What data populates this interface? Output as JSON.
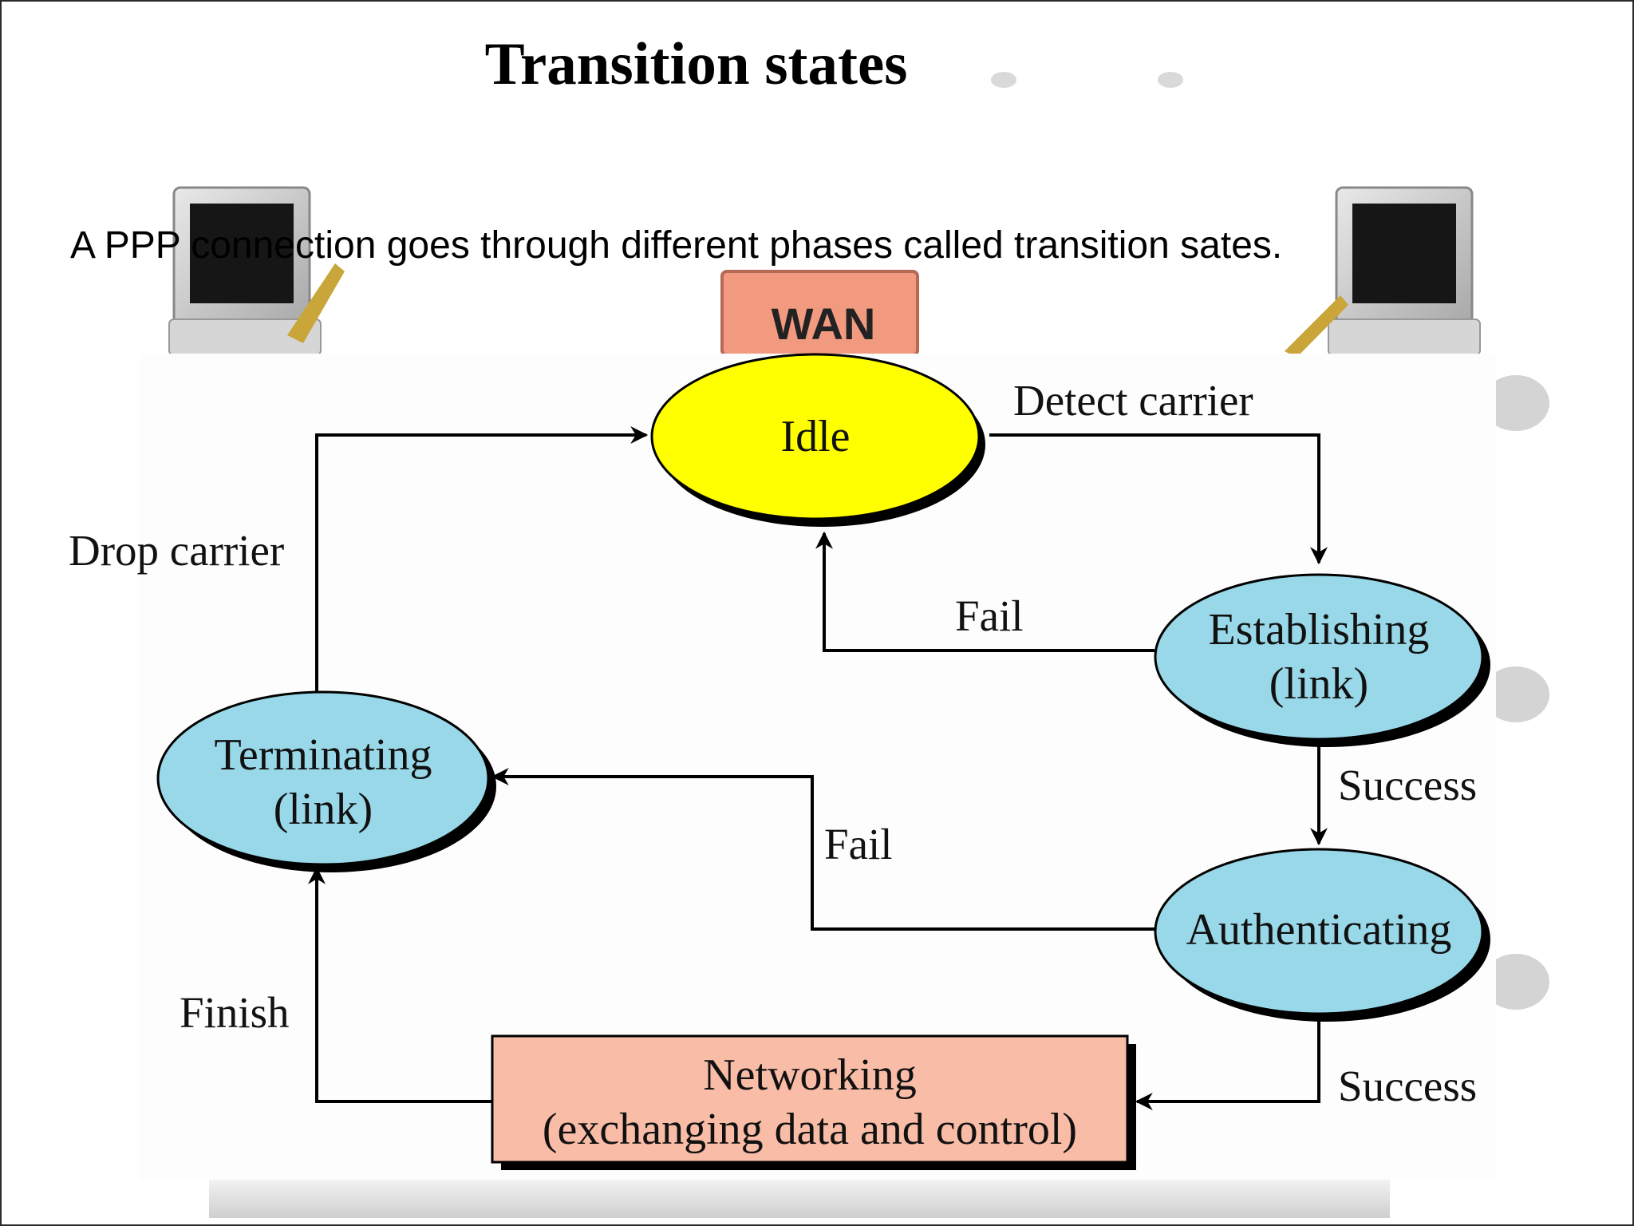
{
  "title": "Transition states",
  "subtitle": "A PPP connection goes through  different phases called transition sates.",
  "background": {
    "wan_label": "WAN"
  },
  "nodes": {
    "idle": "Idle",
    "establishing": {
      "line1": "Establishing",
      "line2": "(link)"
    },
    "authenticating": "Authenticating",
    "networking": {
      "line1": "Networking",
      "line2": "(exchanging data and control)"
    },
    "terminating": {
      "line1": "Terminating",
      "line2": "(link)"
    }
  },
  "edges": {
    "detect_carrier": "Detect carrier",
    "drop_carrier": "Drop carrier",
    "fail_establishing": "Fail",
    "fail_authenticating": "Fail",
    "success_establishing": "Success",
    "success_authenticating": "Success",
    "finish": "Finish"
  },
  "colors": {
    "idle_fill": "#ffff00",
    "state_fill": "#99d8e8",
    "networking_fill": "#f9bca7",
    "wan_fill": "#f29a7f"
  }
}
